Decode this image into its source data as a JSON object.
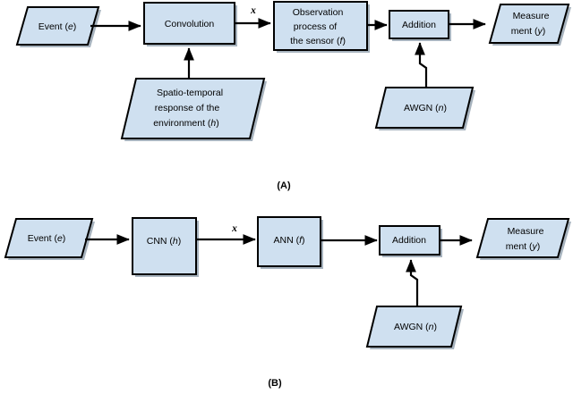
{
  "figure": {
    "title": "Block diagram of event sensing model and its neural-network counterpart",
    "background_color": "#ffffff",
    "shape_fill_color": "#cfe0f0",
    "shape_stroke_color": "#000000",
    "shadow_color": "#8a9aa8"
  },
  "panels": [
    {
      "id": "A",
      "label": "(A)",
      "nodes": [
        {
          "id": "a-event",
          "shape": "parallelogram",
          "label": "Event (",
          "italic": "e",
          "label_end": ")"
        },
        {
          "id": "a-conv",
          "shape": "rectangle",
          "label": "Convolution"
        },
        {
          "id": "a-spatio",
          "shape": "parallelogram",
          "line1": "Spatio-temporal",
          "line2": "response of the",
          "line3": "environment (",
          "italic": "h",
          "line3_end": ")"
        },
        {
          "id": "a-obs",
          "shape": "rectangle",
          "line1": "Observation",
          "line2": "process of",
          "line3": "the sensor (",
          "italic": "f",
          "line3_end": ")"
        },
        {
          "id": "a-add",
          "shape": "rectangle",
          "label": "Addition"
        },
        {
          "id": "a-awgn",
          "shape": "parallelogram",
          "label": "AWGN (",
          "italic": "n",
          "label_end": ")"
        },
        {
          "id": "a-meas",
          "shape": "parallelogram",
          "line1": "Measure",
          "line2": "ment (",
          "italic": "y",
          "line2_end": ")"
        }
      ],
      "signal_labels": [
        {
          "id": "a-x",
          "text": "x"
        }
      ]
    },
    {
      "id": "B",
      "label": "(B)",
      "nodes": [
        {
          "id": "b-event",
          "shape": "parallelogram",
          "label": "Event (",
          "italic": "e",
          "label_end": ")"
        },
        {
          "id": "b-cnn",
          "shape": "rectangle",
          "label": "CNN (",
          "italic": "h",
          "label_end": ")"
        },
        {
          "id": "b-ann",
          "shape": "rectangle",
          "label": "ANN (",
          "italic": "f",
          "label_end": ")"
        },
        {
          "id": "b-add",
          "shape": "rectangle",
          "label": "Addition"
        },
        {
          "id": "b-awgn",
          "shape": "parallelogram",
          "label": "AWGN (",
          "italic": "n",
          "label_end": ")"
        },
        {
          "id": "b-meas",
          "shape": "parallelogram",
          "line1": "Measure",
          "line2": "ment (",
          "italic": "y",
          "line2_end": ")"
        }
      ],
      "signal_labels": [
        {
          "id": "b-x",
          "text": "x"
        }
      ]
    }
  ],
  "panelA": {
    "label": "(A)",
    "event": {
      "text": "Event (",
      "ital": "e",
      "tail": ")"
    },
    "convolution": {
      "text": "Convolution"
    },
    "spatio": {
      "line1": "Spatio-temporal",
      "line2": "response of the",
      "line3": "environment (",
      "line3_ital": "h",
      "line3_tail": ")"
    },
    "observation": {
      "line1": "Observation",
      "line2": "process of",
      "line3": "the sensor (",
      "line3_ital": "f",
      "line3_tail": ")"
    },
    "addition": {
      "text": "Addition"
    },
    "awgn": {
      "text": "AWGN (",
      "ital": "n",
      "tail": ")"
    },
    "measurement": {
      "line1": "Measure",
      "line2": "ment (",
      "line2_ital": "y",
      "line2_tail": ")"
    },
    "x_label": "x"
  },
  "panelB": {
    "label": "(B)",
    "event": {
      "text": "Event (",
      "ital": "e",
      "tail": ")"
    },
    "cnn": {
      "text": "CNN (",
      "ital": "h",
      "tail": ")"
    },
    "ann": {
      "text": "ANN (",
      "ital": "f",
      "tail": ")"
    },
    "addition": {
      "text": "Addition"
    },
    "awgn": {
      "text": "AWGN (",
      "ital": "n",
      "tail": ")"
    },
    "measurement": {
      "line1": "Measure",
      "line2": "ment (",
      "line2_ital": "y",
      "line2_tail": ")"
    },
    "x_label": "x"
  }
}
